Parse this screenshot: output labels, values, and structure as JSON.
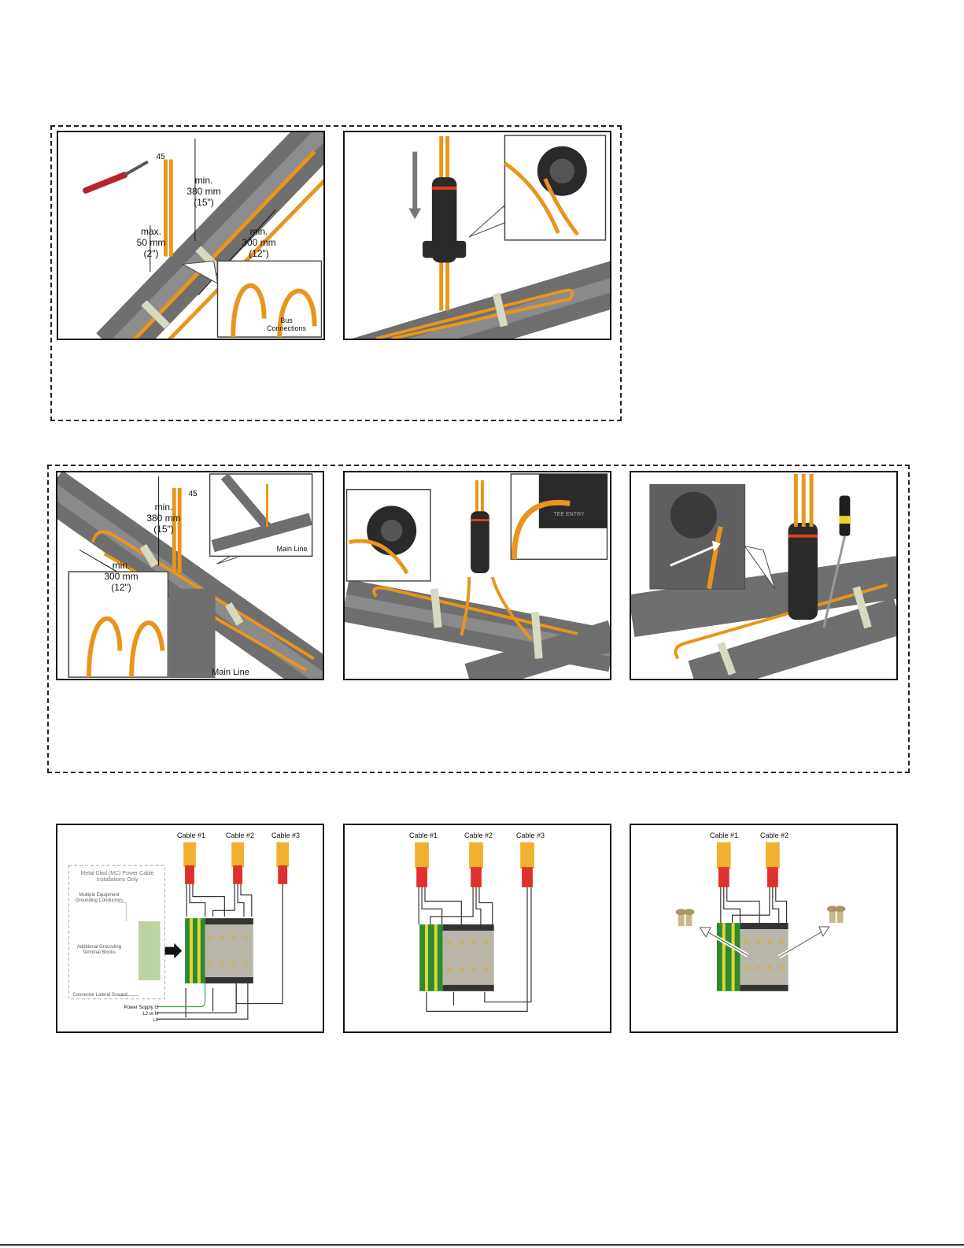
{
  "section1": {
    "panel_a": {
      "angle": "45",
      "dim_top": "min.\n380 mm\n(15\")",
      "dim_left": "max.\n50 mm\n(2\")",
      "dim_right": "min.\n300 mm\n(12\")",
      "bus": "Bus\nConnections"
    }
  },
  "section2": {
    "panel_a": {
      "angle": "45",
      "dim_top": "min.\n380 mm\n(15\")",
      "dim_left": "min.\n300 mm\n(12\")",
      "main_line_inset": "Main Line",
      "main_line": "Main Line"
    },
    "panel_b": {
      "tee_entry": "TEE ENTRY"
    }
  },
  "section3": {
    "panel_a": {
      "cable1": "Cable #1",
      "cable2": "Cable #2",
      "cable3": "Cable #3",
      "mc_title": "Metal Clad (MC) Power Cable\nInstallations Only",
      "mc_note1": "Multiple Equipment\nGrounding Conductors",
      "mc_note2": "Additional Grounding\nTerminal Blocks",
      "mc_note3": "Connector Lateral Ground",
      "ps_g": "Power Supply G",
      "ps_l2": "L2 or N",
      "ps_l1": "L1"
    },
    "panel_b": {
      "cable1": "Cable #1",
      "cable2": "Cable #2",
      "cable3": "Cable #3"
    },
    "panel_c": {
      "cable1": "Cable #1",
      "cable2": "Cable #2"
    }
  },
  "colors": {
    "cable": "#e8951c",
    "pipe": "#6f6f6f",
    "band": "#d8d9c2",
    "connector": "#2a2a2a",
    "terminal_green": "#2f8a2f",
    "terminal_yellow": "#e3d63a",
    "terminal_grey": "#b9b5a8",
    "crimp_red": "#e0302c"
  }
}
